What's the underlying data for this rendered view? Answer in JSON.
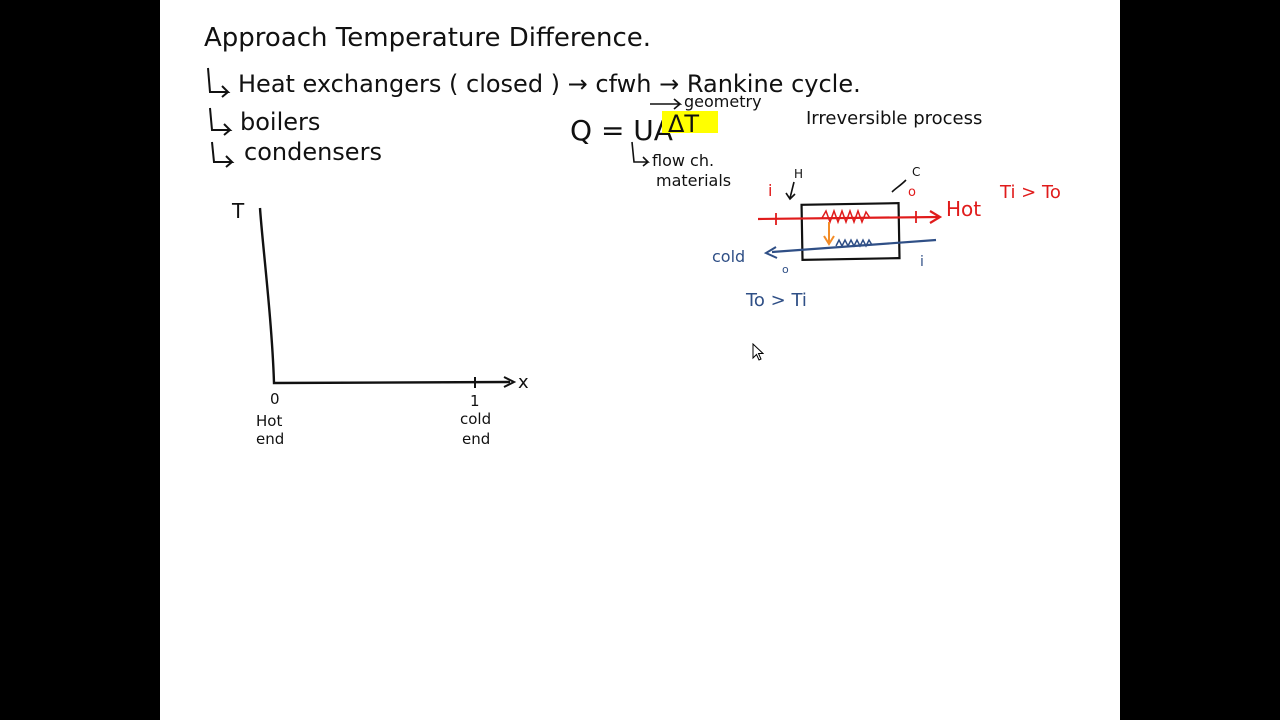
{
  "title": "Approach Temperature Difference.",
  "bullets": [
    "Heat exchangers ( closed ) → cfwh → Rankine cycle.",
    "boilers",
    "condensers"
  ],
  "equation": {
    "left": "Q = UA",
    "highlight": "ΔT",
    "geometry_note": "geometry",
    "flow_note_1": "flow ch.",
    "flow_note_2": "materials"
  },
  "irreversible_note": "Irreversible process",
  "plot": {
    "y_axis_label": "T",
    "x_axis_label": "x",
    "tick_0": "0",
    "tick_1": "1",
    "hot_end_1": "Hot",
    "hot_end_2": "end",
    "cold_end_1": "cold",
    "cold_end_2": "end"
  },
  "exchanger": {
    "label_h": "H",
    "label_c": "C",
    "hot_in": "i",
    "hot_out_o": "o",
    "cold_in": "i",
    "cold_out": "o",
    "hot_label": "Hot",
    "cold_label": "cold",
    "hot_relation": "Ti > To",
    "cold_relation": "To > Ti"
  },
  "colors": {
    "ink": "#111111",
    "hot": "#e01b1b",
    "cold": "#2f4f86",
    "highlight": "#ffff00",
    "arrow_orange": "#f28c28"
  }
}
